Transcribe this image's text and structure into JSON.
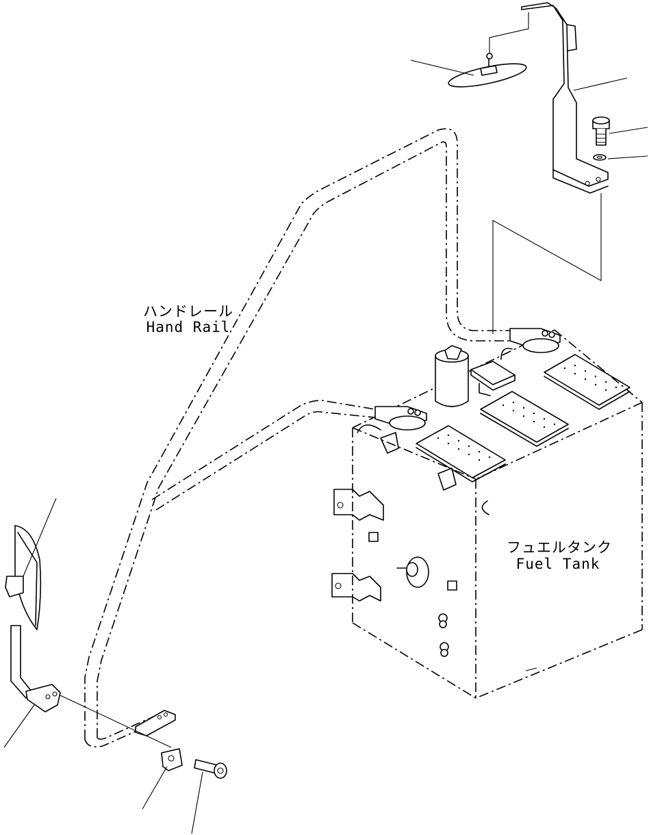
{
  "labels": {
    "hand_rail_jp": "ハンドレール",
    "hand_rail_en": "Hand Rail",
    "fuel_tank_jp": "フュエルタンク",
    "fuel_tank_en": "Fuel Tank"
  }
}
